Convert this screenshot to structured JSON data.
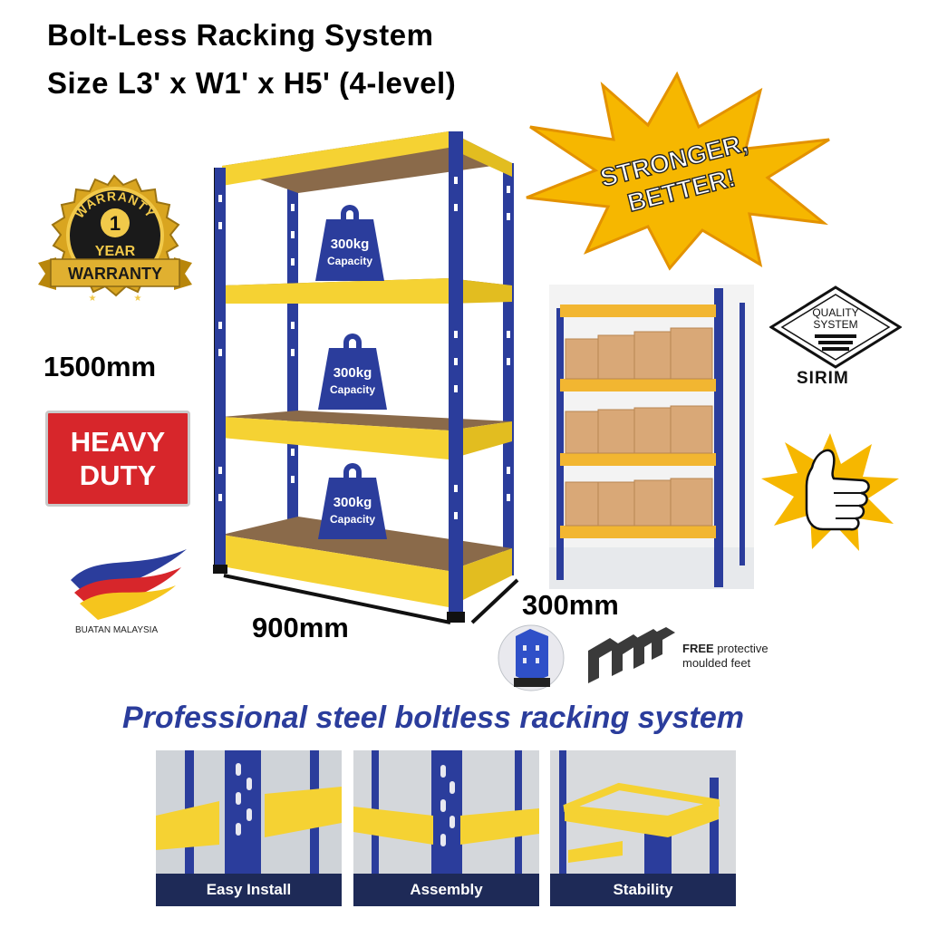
{
  "title": {
    "line1": "Bolt-Less Racking System",
    "line2": "Size L3' x W1' x H5' (4-level)"
  },
  "warranty_badge": {
    "top_text": "WARRANTY",
    "number": "1",
    "unit": "YEAR",
    "banner": "WARRANTY"
  },
  "starburst_text": {
    "line1": "STRONGER,",
    "line2": "BETTER!"
  },
  "dimensions": {
    "height": "1500mm",
    "length": "900mm",
    "width": "300mm"
  },
  "capacity_weights": [
    {
      "value": "300kg",
      "label": "Capacity"
    },
    {
      "value": "300kg",
      "label": "Capacity"
    },
    {
      "value": "300kg",
      "label": "Capacity"
    }
  ],
  "heavy_duty": {
    "line1": "HEAVY",
    "line2": "DUTY"
  },
  "buatan_malaysia": "BUATAN MALAYSIA",
  "sirim": {
    "line1": "QUALITY",
    "line2": "SYSTEM",
    "label": "SIRIM"
  },
  "feet_caption": {
    "bold": "FREE",
    "rest": " protective",
    "line2": "moulded feet"
  },
  "tagline": "Professional steel boltless racking system",
  "panels": [
    {
      "caption": "Easy Install"
    },
    {
      "caption": "Assembly"
    },
    {
      "caption": "Stability"
    }
  ],
  "colors": {
    "frame_blue": "#2b3d9c",
    "shelf_yellow": "#f5d233",
    "board_brown": "#8a6a4a",
    "heavy_red": "#d7262b",
    "navy_caption": "#1e2a57"
  }
}
